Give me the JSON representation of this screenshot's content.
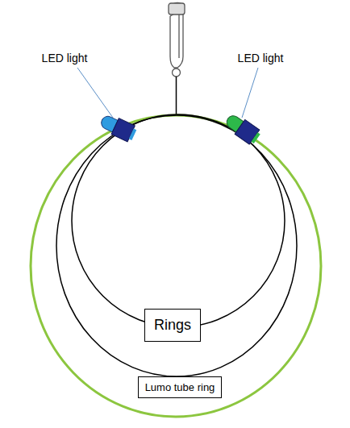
{
  "diagram": {
    "nodes": [
      {
        "text": [
          "Rings"
        ]
      },
      {
        "text": [
          "Lumo tube ring"
        ]
      }
    ],
    "labels": [
      "LED light",
      "LED light"
    ]
  }
}
